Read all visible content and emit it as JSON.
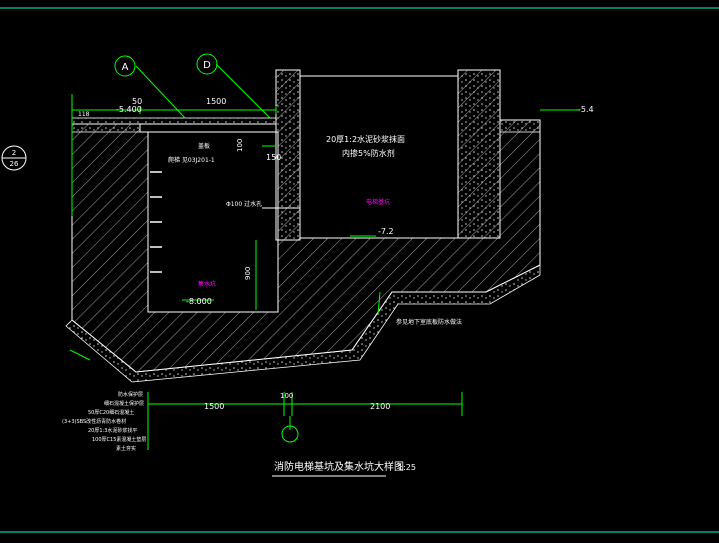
{
  "drawing": {
    "title": "消防电梯基坑及集水坑大样图",
    "scale": "1:25",
    "section_tag": {
      "number": "2",
      "sheet": "26"
    }
  },
  "axis_markers": {
    "a": "A",
    "d": "D"
  },
  "dimensions": {
    "d50": "50",
    "d1500_top": "1500",
    "d150": "150",
    "d100": "100",
    "d900": "900",
    "d1500_bottom": "1500",
    "d100_bottom": "100",
    "d2100": "2100"
  },
  "elevations": {
    "left_top": "-5.400",
    "right_top": "-5.4",
    "pit_bottom": "-7.2",
    "sump_bottom": "-8.000",
    "sump_note": "118"
  },
  "notes": {
    "cover": "盖板",
    "ladder": "爬梯 见03J201-1",
    "pipe": "Φ100 过水孔",
    "pit_wall_line1": "20厚1:2水泥砂浆抹面",
    "pit_wall_line2": "内掺5%防水剂",
    "elevator_pit": "电梯基坑",
    "sump": "集水坑",
    "waterproof_ref": "参见地下室底板防水做法"
  },
  "layer_legend": [
    "防水保护层",
    "细石混凝土保护层",
    "50厚C20细石混凝土",
    "(3+3)SBS改性沥青防水卷材",
    "20厚1:3水泥砂浆找平",
    "100厚C15素混凝土垫层",
    "素土夯实"
  ],
  "colors": {
    "line": "#ffffff",
    "accent": "#00ff00",
    "label": "#ff00ff",
    "background": "#000000"
  }
}
